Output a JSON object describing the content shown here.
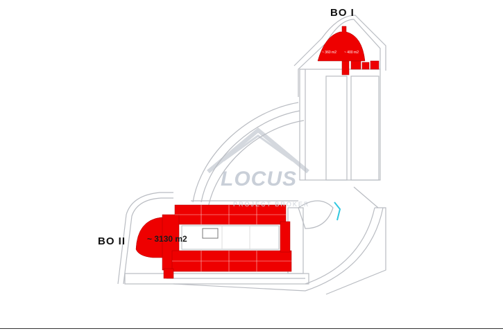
{
  "labels": {
    "bo1": "BO I",
    "bo2": "BO II",
    "area_left": "~ 3130 m2",
    "area_top_left": "~ 360 m2",
    "area_top_right": "~ 400 m2"
  },
  "watermark": {
    "brand": "LOCUS",
    "tagline": "PROJECT BROKER"
  },
  "colors": {
    "highlight": "#ee0000",
    "outline": "#b9bcc2",
    "text": "#111111"
  }
}
